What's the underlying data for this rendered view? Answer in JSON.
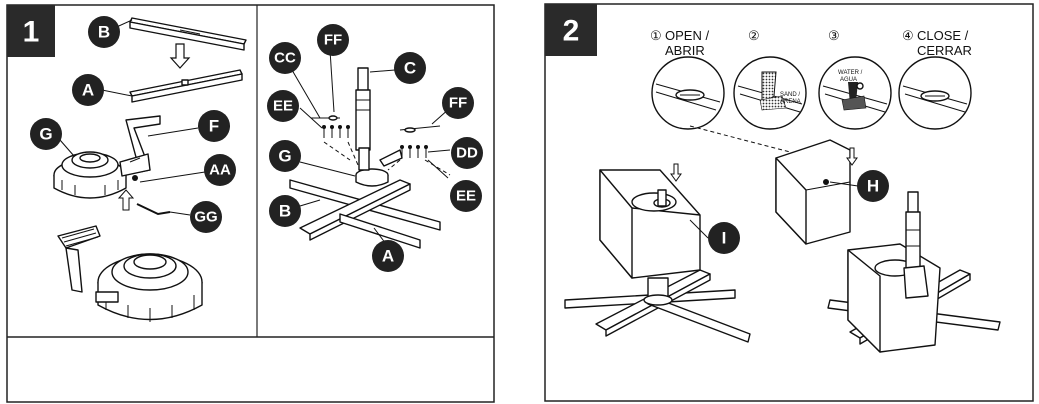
{
  "panel1": {
    "step": "1",
    "callouts": {
      "B": "B",
      "A": "A",
      "G": "G",
      "F": "F",
      "AA": "AA",
      "GG": "GG",
      "CC": "CC",
      "FF": "FF",
      "C": "C",
      "EE": "EE",
      "G2": "G",
      "FF2": "FF",
      "DD": "DD",
      "EE2": "EE",
      "B2": "B",
      "A2": "A"
    }
  },
  "panel2": {
    "step": "2",
    "instructions": [
      {
        "num": "①",
        "line1": "OPEN /",
        "line2": "ABRIR"
      },
      {
        "num": "②",
        "line1": "",
        "line2": ""
      },
      {
        "num": "③",
        "line1": "",
        "line2": ""
      },
      {
        "num": "④",
        "line1": "CLOSE /",
        "line2": "CERRAR"
      }
    ],
    "sand_label": "SAND / ARENA",
    "sand_line1": "SAND /",
    "sand_line2": "ARENA",
    "water_line1": "WATER /",
    "water_line2": "AGUA",
    "callouts": {
      "H": "H",
      "I": "I"
    }
  },
  "colors": {
    "callout_bg": "#222222",
    "line": "#111111",
    "step_bg": "#2a2a2a"
  }
}
